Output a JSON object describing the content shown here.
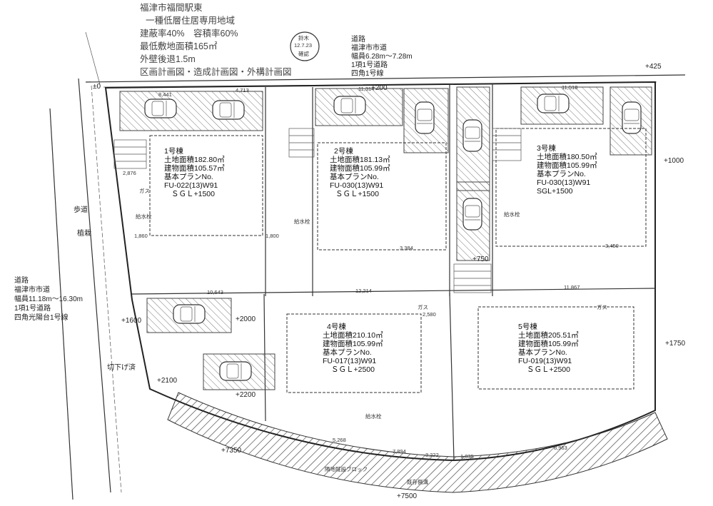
{
  "header": {
    "lines": [
      "福津市福間駅東",
      "一種低層住居専用地域",
      "建蔽率40%　容積率60%",
      "最低敷地面積165㎡",
      "外壁後退1.5m",
      "区画計画図・造成計画図・外構計画図"
    ],
    "stamp_top": "鈴木",
    "stamp_mid": "12.7.23",
    "stamp_bottom": "確認"
  },
  "road_north": {
    "lines": [
      "道路",
      "福津市市道",
      "幅員6.28m～7.28m",
      "1項1号道路",
      "四角1号線"
    ]
  },
  "road_west": {
    "lines": [
      "道路",
      "福津市市道",
      "幅員11.18m～16.30m",
      "1項1号道路",
      "四角光陽台1号線"
    ]
  },
  "lots": [
    {
      "name": "1号棟",
      "land": "土地面積182.80㎡",
      "building": "建物面積105.57㎡",
      "plan": "基本プランNo.",
      "code": "FU-022(13)W91",
      "sgl": "ＳＧＬ+1500"
    },
    {
      "name": "2号棟",
      "land": "土地面積181.13㎡",
      "building": "建物面積105.99㎡",
      "plan": "基本プランNo.",
      "code": "FU-030(13)W91",
      "sgl": "ＳＧＬ+1500"
    },
    {
      "name": "3号棟",
      "land": "土地面積180.50㎡",
      "building": "建物面積105.99㎡",
      "plan": "基本プランNo.",
      "code": "FU-030(13)W91",
      "sgl": "SGL+1500"
    },
    {
      "name": "4号棟",
      "land": "土地面積210.10㎡",
      "building": "建物面積105.99㎡",
      "plan": "基本プランNo.",
      "code": "FU-017(13)W91",
      "sgl": "ＳＧＬ+2500"
    },
    {
      "name": "5号棟",
      "land": "土地面積205.51㎡",
      "building": "建物面積105.99㎡",
      "plan": "基本プランNo.",
      "code": "FU-019(13)W91",
      "sgl": "ＳＧＬ+2500"
    }
  ],
  "levels": {
    "plus425": "+425",
    "plus200": "+200",
    "pm0": "±0",
    "plus1000": "+1000",
    "plus750": "+750",
    "plus1600": "+1600",
    "plus2000": "+2000",
    "plus1750": "+1750",
    "plus2100": "+2100",
    "plus2200": "+2200",
    "plus7350": "+7350",
    "plus7500": "+7500"
  },
  "labels": {
    "sidewalk": "歩道",
    "planting": "植栽",
    "cut_slope": "切下げ済",
    "gas": "ガス",
    "water": "給水栓",
    "block": "隣地既設ブロック",
    "existing_drain": "既存側溝",
    "dim_1": "8,441",
    "dim_2": "4,713",
    "dim_3": "11,314",
    "dim_4": "11,518",
    "dim_5": "10,643",
    "dim_6": "12,214",
    "dim_7": "11,867",
    "dim_8": "3,384",
    "dim_9": "3,450",
    "dim_10": "2,876",
    "dim_11": "1,860",
    "dim_12": "8,963",
    "dim_13": "3,222",
    "dim_14": "1,835",
    "dim_15": "7,894",
    "dim_16": "5,268",
    "dim_17": "2,580",
    "dim_18": "1,800"
  }
}
